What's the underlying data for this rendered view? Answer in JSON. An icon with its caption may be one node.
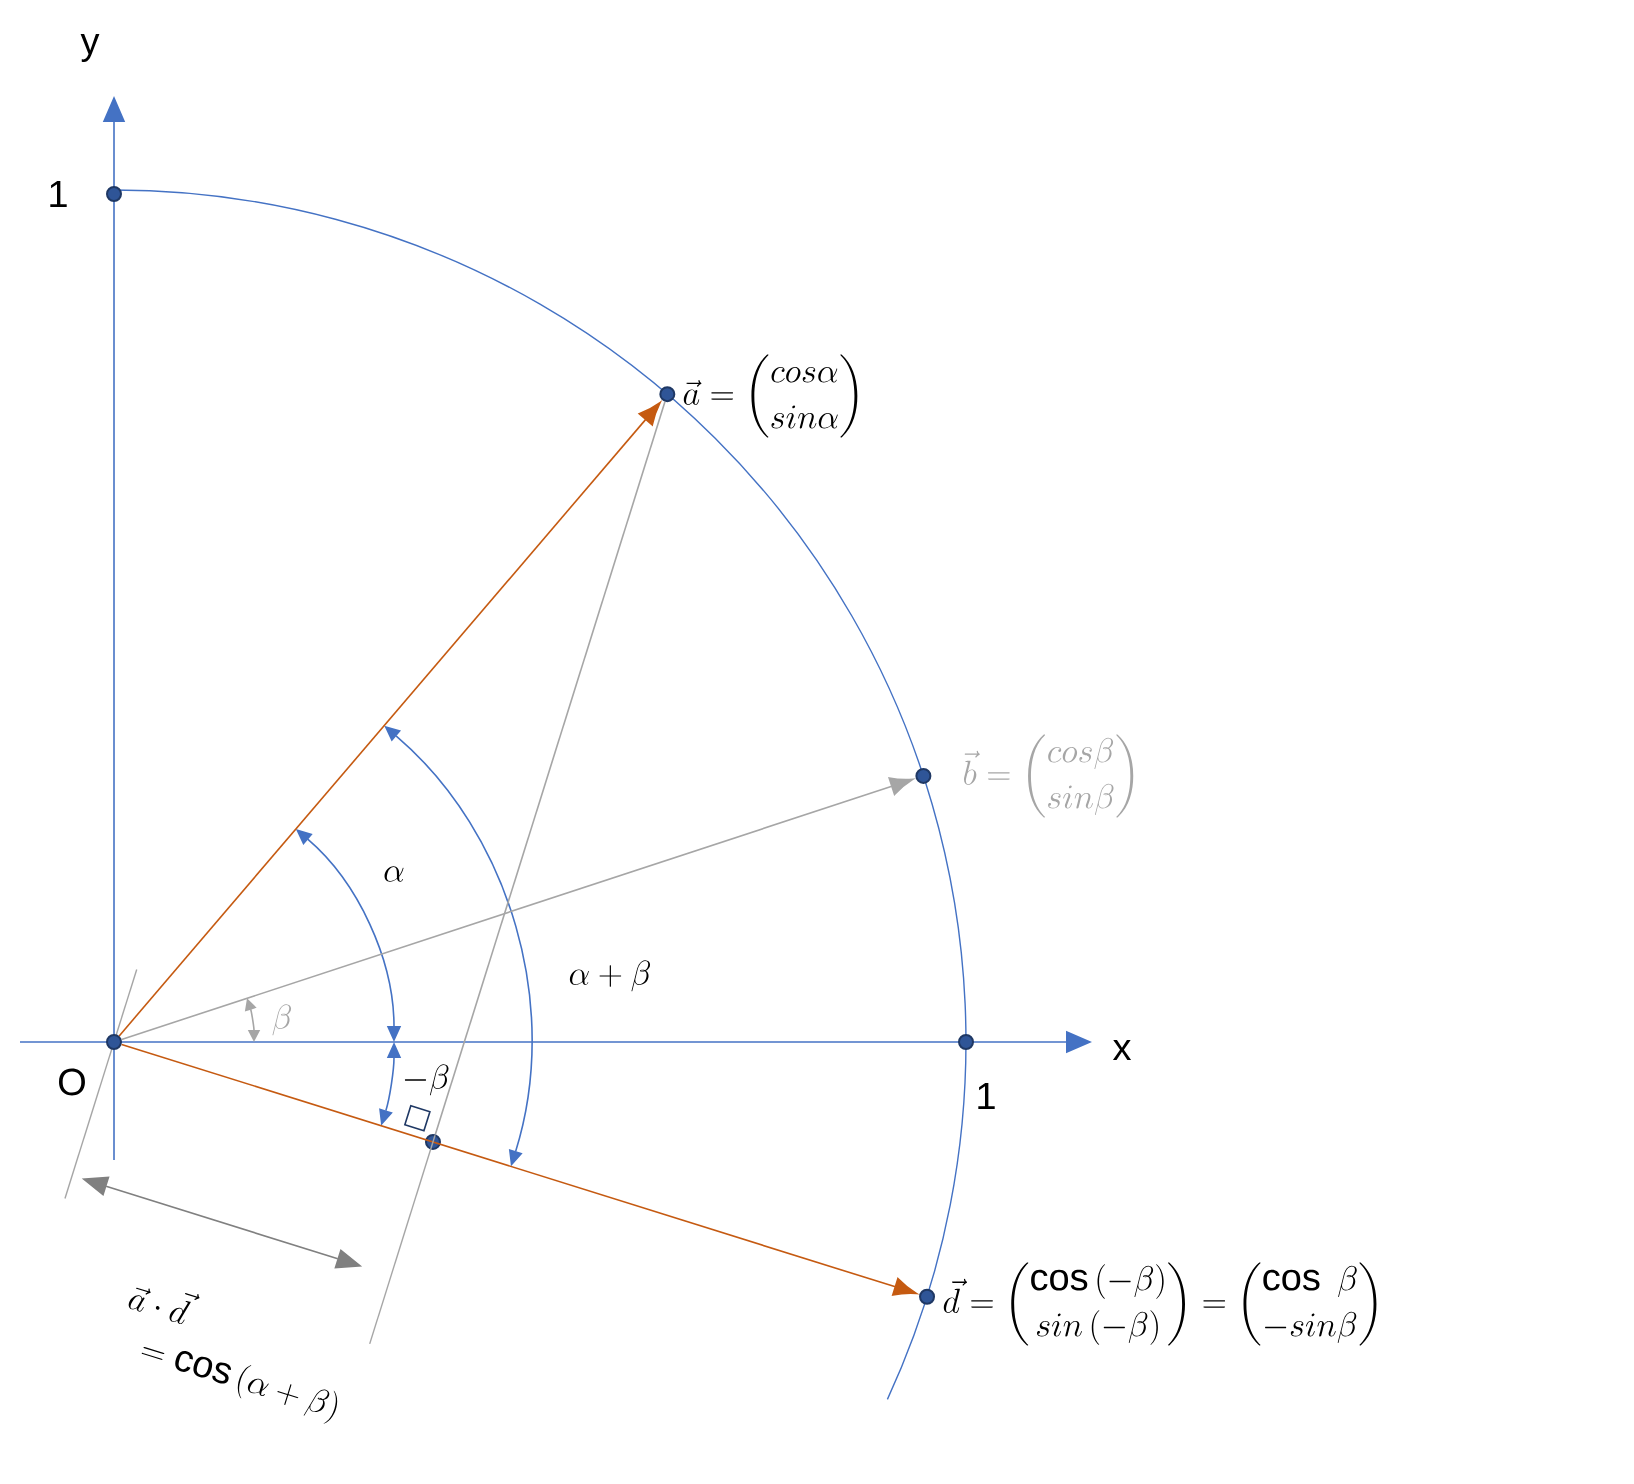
{
  "diagram": {
    "nodes": [
      {
        "text": [],
        "shape": "circle",
        "beside": [
          "O"
        ]
      },
      {
        "text": [],
        "shape": "circle",
        "beside": [
          "\\vec{a} = \\begin{pmatrix} cos\\alpha \\\\ sin\\alpha \\end{pmatrix}"
        ]
      },
      {
        "text": [],
        "shape": "circle",
        "beside": [
          "\\vec{b} = \\begin{pmatrix} cos\\beta \\\\ sin\\beta \\end{pmatrix}"
        ]
      },
      {
        "text": [],
        "shape": "circle",
        "beside": [
          "\\vec{d} = \\begin{pmatrix} \\cos\\,(-\\beta) \\\\ sin\\,(-\\beta) \\end{pmatrix} = \\begin{pmatrix} \\cos\\ \\beta \\\\ -sin\\beta \\end{pmatrix}"
        ]
      },
      {
        "text": [],
        "shape": "circle",
        "beside": [
          "1"
        ]
      },
      {
        "text": [],
        "shape": "circle",
        "beside": [
          "1"
        ]
      },
      {
        "text": [],
        "shape": "circle"
      }
    ],
    "edges": [
      {
        "from": 0,
        "to": 1,
        "arrow": "to",
        "color": "#c55a11"
      },
      {
        "from": 0,
        "to": 2,
        "arrow": "to",
        "color": "#a6a6a6"
      },
      {
        "from": 0,
        "to": 3,
        "arrow": "to",
        "color": "#c55a11"
      },
      {
        "from": 1,
        "to": 6,
        "arrow": "none",
        "color": "#a6a6a6"
      }
    ],
    "labels": [
      "y",
      "\\alpha",
      "\\alpha + \\beta",
      "\\beta",
      "x",
      "-\\beta",
      "\\vec{a}\\cdot\\vec{d}",
      "= \\cos\\,(\\alpha + \\beta)"
    ]
  }
}
